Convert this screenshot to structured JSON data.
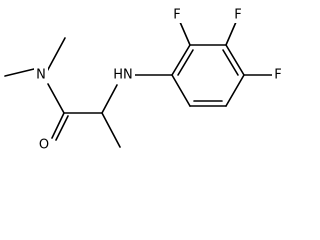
{
  "molecule": {
    "atoms": {
      "N_amide": "N",
      "O_carbonyl": "O",
      "NH_amine": "HN",
      "F_ortho": "F",
      "F_meta": "F",
      "F_para": "F"
    }
  },
  "colors": {
    "bond": "#000000",
    "label": "#000000",
    "background": "#ffffff"
  }
}
